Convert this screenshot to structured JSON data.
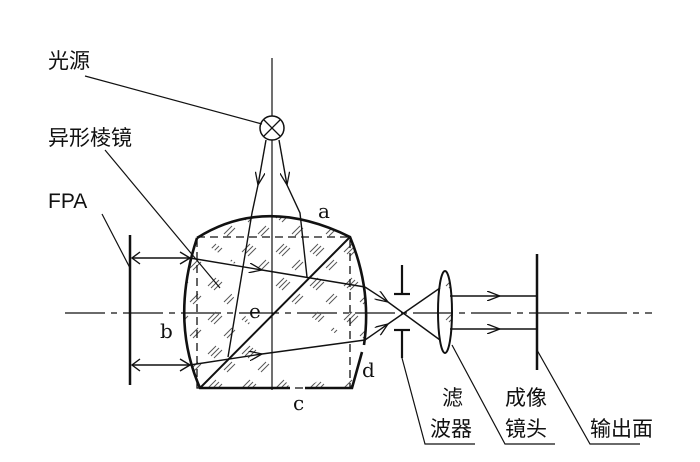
{
  "labels": {
    "light_source": "光源",
    "special_prism": "异形棱镜",
    "fpa": "FPA",
    "filter_line1": "滤",
    "filter_line2": "波器",
    "imaging_lens_line1": "成像",
    "imaging_lens_line2": "镜头",
    "output_plane": "输出面"
  },
  "point_labels": {
    "a": "a",
    "b": "b",
    "c": "c",
    "d": "d",
    "e": "e"
  },
  "colors": {
    "line": "#111111",
    "background": "#ffffff"
  }
}
